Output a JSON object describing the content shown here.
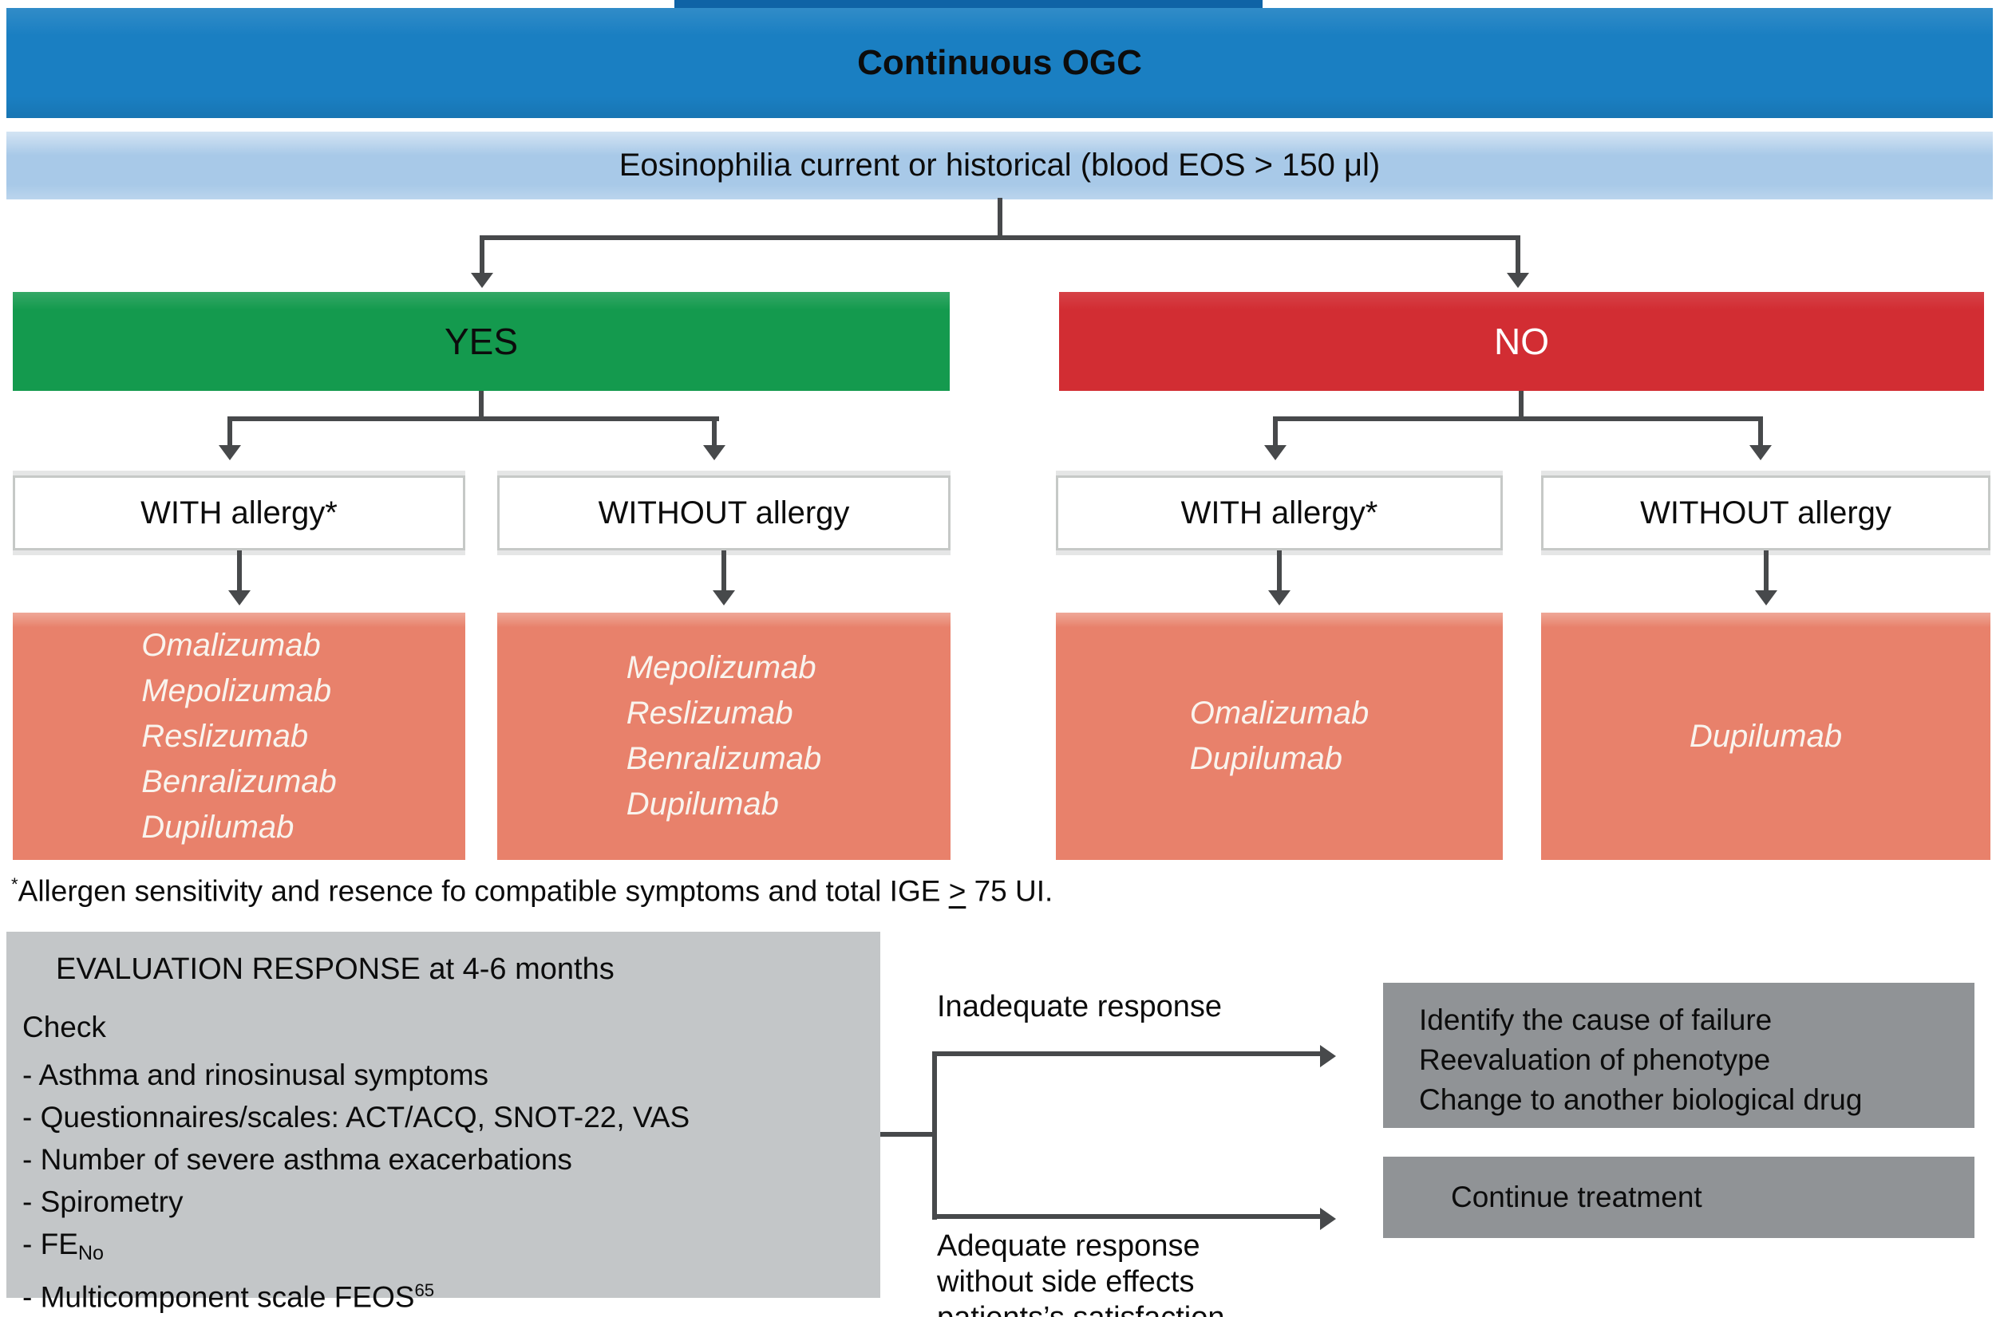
{
  "header": {
    "title": "Continuous OGC",
    "subtitle": "Eosinophilia current or historical (blood EOS > 150 μl)"
  },
  "decision": {
    "yes_label": "YES",
    "no_label": "NO"
  },
  "branches": [
    {
      "condition": "WITH allergy*",
      "drugs": [
        "Omalizumab",
        "Mepolizumab",
        "Reslizumab",
        "Benralizumab",
        "Dupilumab"
      ]
    },
    {
      "condition": "WITHOUT allergy",
      "drugs": [
        "Mepolizumab",
        "Reslizumab",
        "Benralizumab",
        "Dupilumab"
      ]
    },
    {
      "condition": "WITH allergy*",
      "drugs": [
        "Omalizumab",
        "Dupilumab"
      ]
    },
    {
      "condition": "WITHOUT allergy",
      "drugs": [
        "Dupilumab"
      ]
    }
  ],
  "footnote": {
    "marker": "*",
    "text": "Allergen sensitivity and resence fo compatible symptoms and total IGE ",
    "op": ">",
    "tail": " 75 UI."
  },
  "evaluation": {
    "title": "EVALUATION RESPONSE at 4-6 months",
    "check_label": "Check",
    "items": [
      "- Asthma and rinosinusal symptoms",
      "- Questionnaires/scales: ACT/ACQ, SNOT-22, VAS",
      "- Number of severe asthma exacerbations",
      "- Spirometry"
    ],
    "feno": {
      "base": "- FE",
      "sub": "No"
    },
    "feos": {
      "base": "- Multicomponent scale FEOS",
      "sup": "65"
    }
  },
  "outcomes": {
    "inadequate_label": "Inadequate response",
    "failure_lines": [
      "Identify the cause of failure",
      "Reevaluation of phenotype",
      "Change to another biological drug"
    ],
    "adequate_lines": [
      "Adequate response",
      "without side effects",
      "patients’s satisfaction"
    ],
    "continue_label": "Continue treatment"
  },
  "colors": {
    "blue": "#1a7fc2",
    "blue_dark": "#0f63a6",
    "light_blue": "#a8c9e8",
    "green": "#149a4e",
    "red": "#d22d33",
    "salmon": "#e8816b",
    "salmon_text": "#f9f4ee",
    "panel_gray": "#c3c6c8",
    "dark_gray": "#909396",
    "line": "#47494b",
    "border_gray": "#c6c9c7"
  }
}
